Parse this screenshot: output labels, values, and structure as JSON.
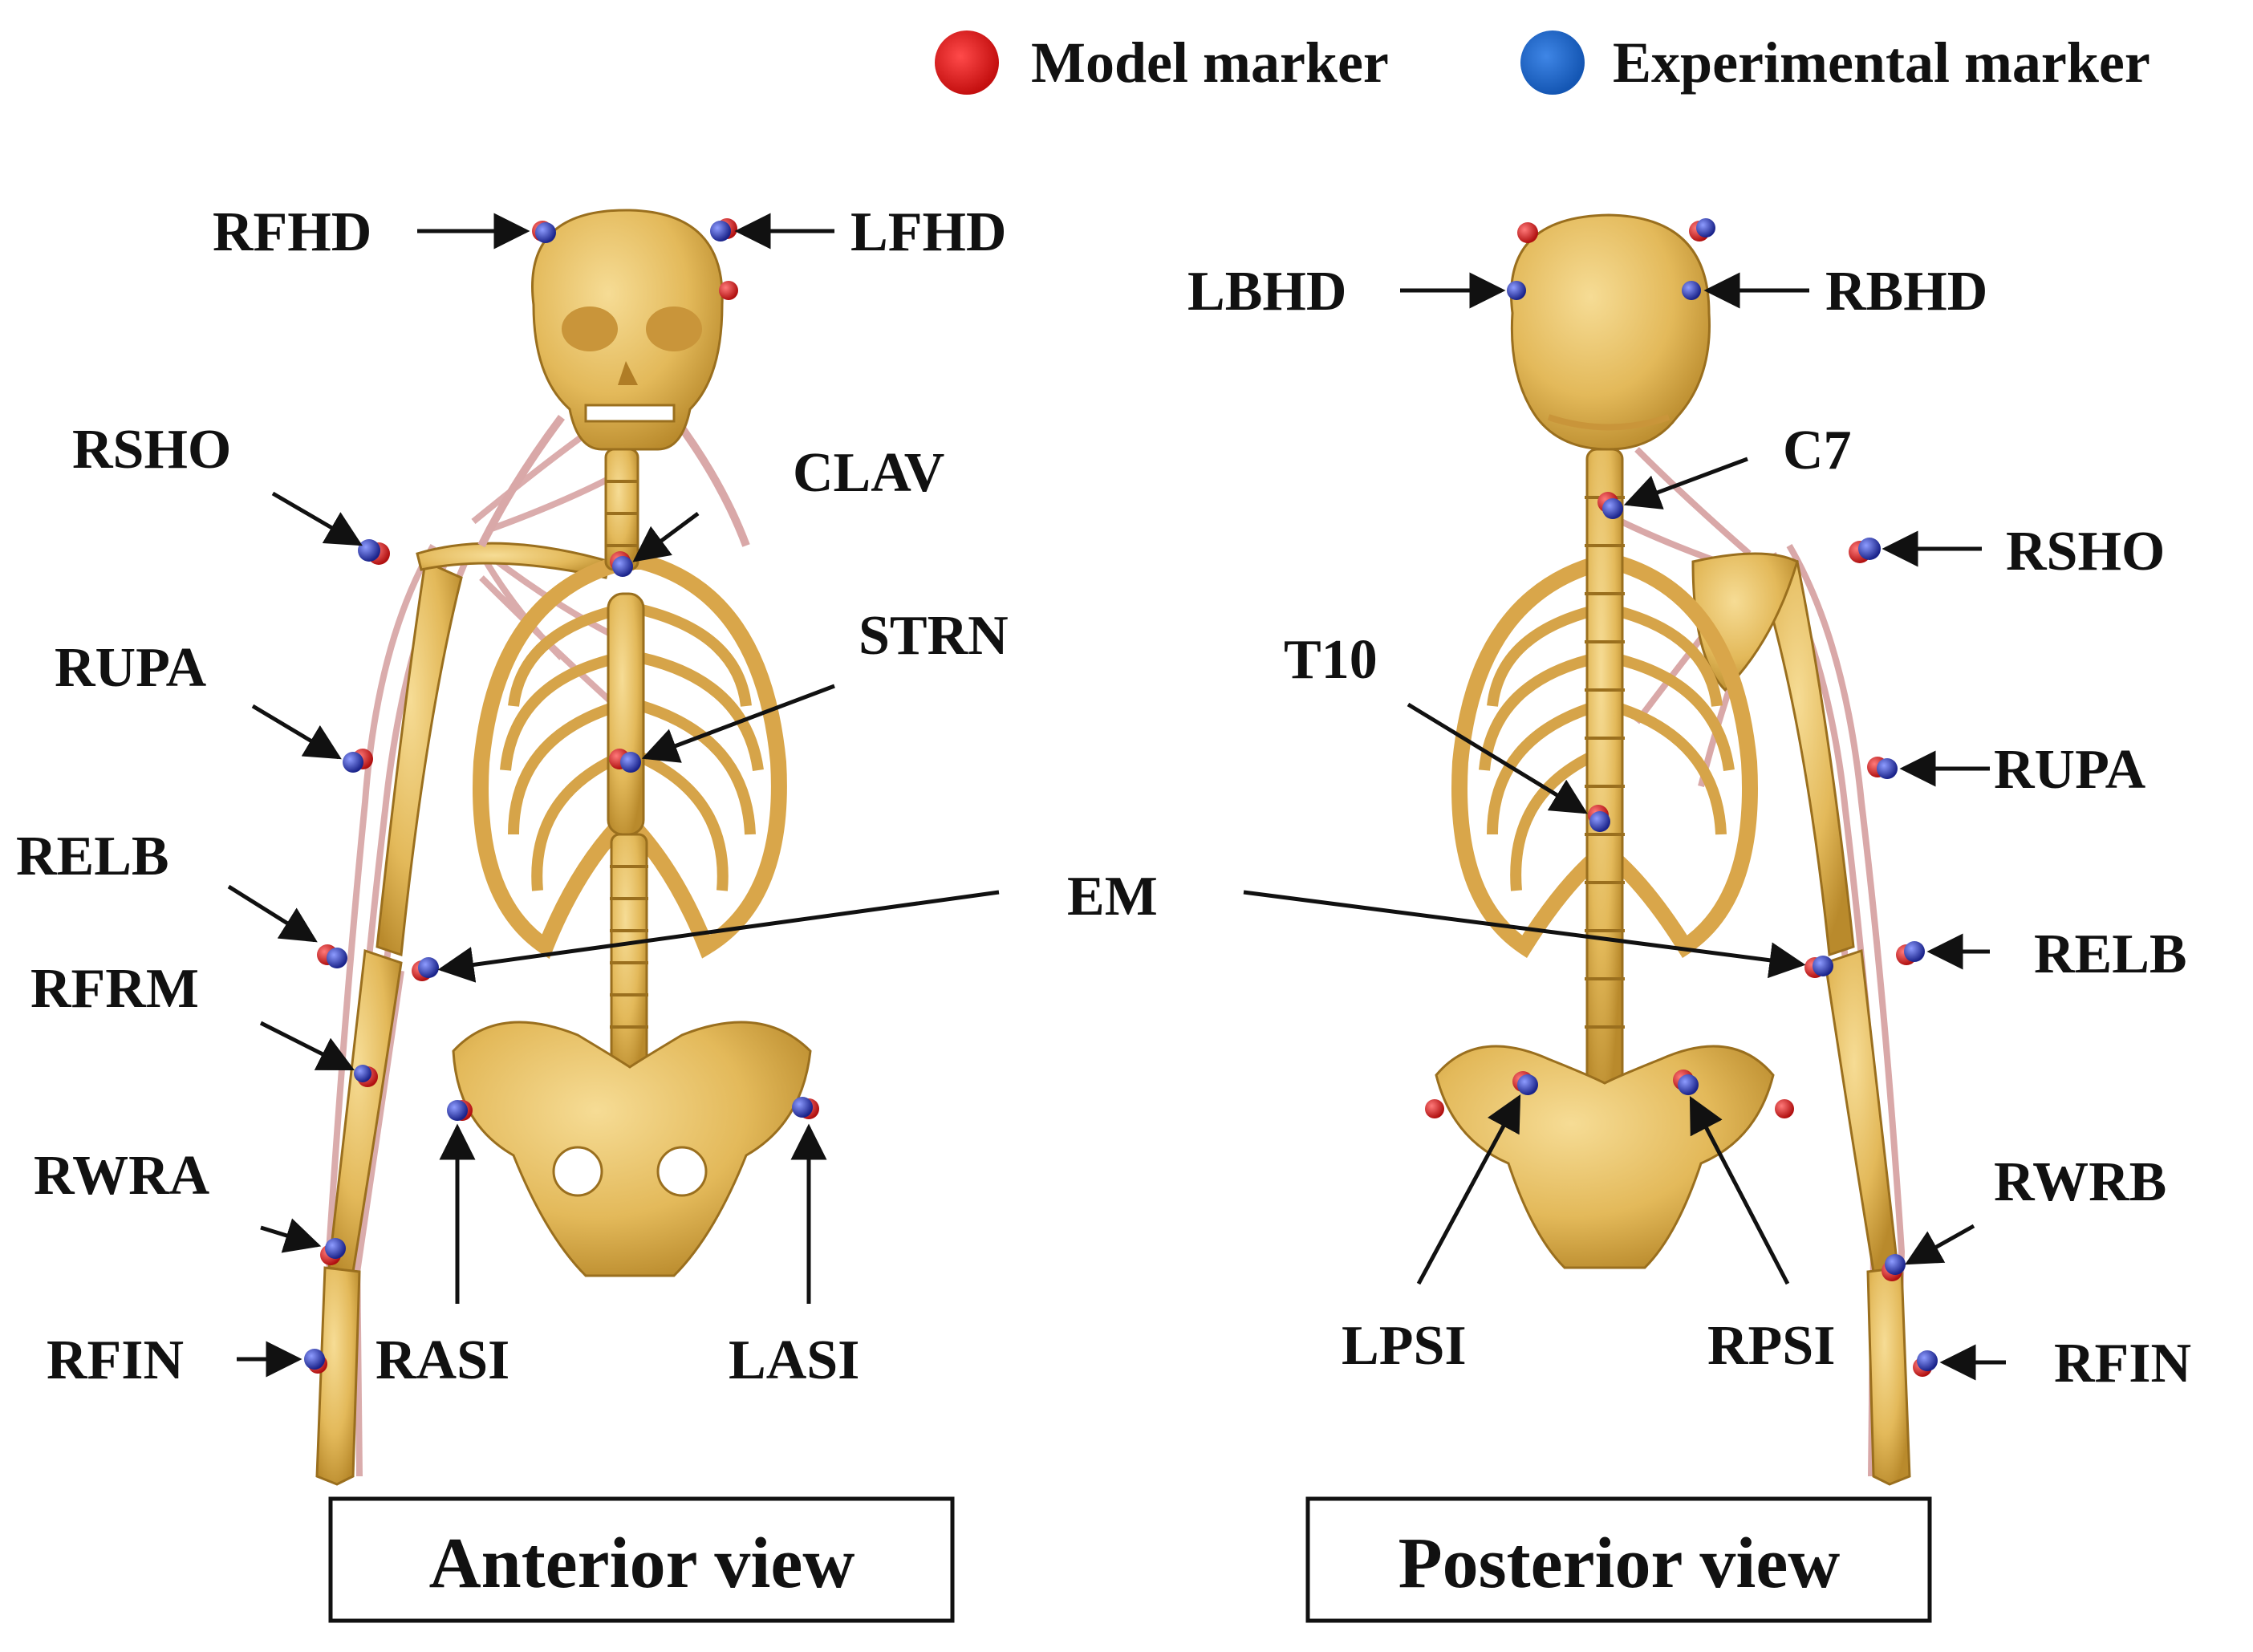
{
  "legend": {
    "model_label": "Model marker",
    "experimental_label": "Experimental marker",
    "model_color": "#d81e1e",
    "experimental_color": "#1f5fc0"
  },
  "colors": {
    "bone": "#e3b95a",
    "bone_dark": "#b98a2c",
    "muscle": "#d9a8a8",
    "marker_model": "#d81e1e",
    "marker_experimental": "#2a3bb5"
  },
  "views": {
    "anterior": {
      "title": "Anterior view"
    },
    "posterior": {
      "title": "Posterior view"
    }
  },
  "anterior_labels": {
    "rfhd": "RFHD",
    "lfhd": "LFHD",
    "rsho": "RSHO",
    "clav": "CLAV",
    "strn": "STRN",
    "rupa": "RUPA",
    "relb": "RELB",
    "rfrm": "RFRM",
    "rwra": "RWRA",
    "rfin": "RFIN",
    "rasi": "RASI",
    "lasi": "LASI"
  },
  "center_labels": {
    "em": "EM"
  },
  "posterior_labels": {
    "lbhd": "LBHD",
    "rbhd": "RBHD",
    "c7": "C7",
    "rsho": "RSHO",
    "t10": "T10",
    "rupa": "RUPA",
    "relb": "RELB",
    "rwrb": "RWRB",
    "lpsi": "LPSI",
    "rpsi": "RPSI",
    "rfin": "RFIN"
  }
}
